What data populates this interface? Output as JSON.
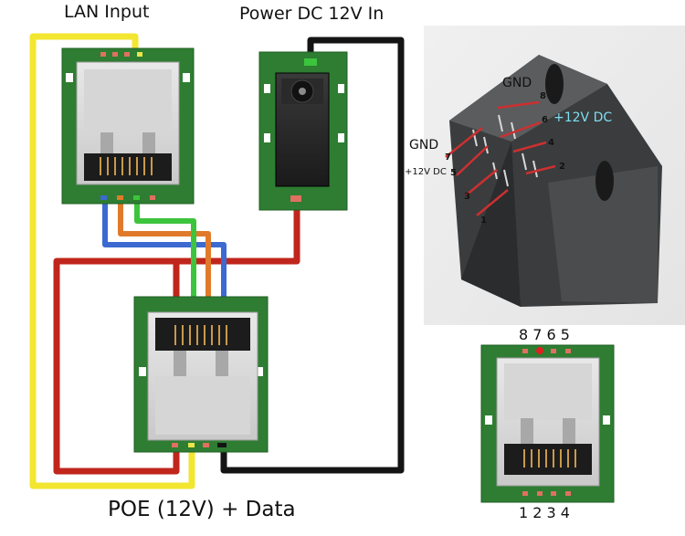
{
  "labels": {
    "lan_input": "LAN Input",
    "power_in": "Power DC 12V In",
    "poe_output": "POE (12V) + Data"
  },
  "photo": {
    "gnd_top": "GND",
    "plus12_right": "+12V DC",
    "gnd_left": "GND",
    "plus12_left": "+12V DC",
    "pin_numbers": [
      "1",
      "2",
      "3",
      "4",
      "5",
      "6",
      "7",
      "8"
    ]
  },
  "pinout_board": {
    "top_pins": "8 7 6 5",
    "bottom_pins": "1 2 3 4"
  },
  "colors": {
    "wire_yellow": "#f2e630",
    "wire_red": "#c0261c",
    "wire_black": "#141414",
    "wire_blue": "#3c6ad0",
    "wire_orange": "#e07a2a",
    "wire_green": "#3cc43c",
    "pcb_green": "#2e7d32",
    "photo_label_cyan": "#7fdff0"
  }
}
